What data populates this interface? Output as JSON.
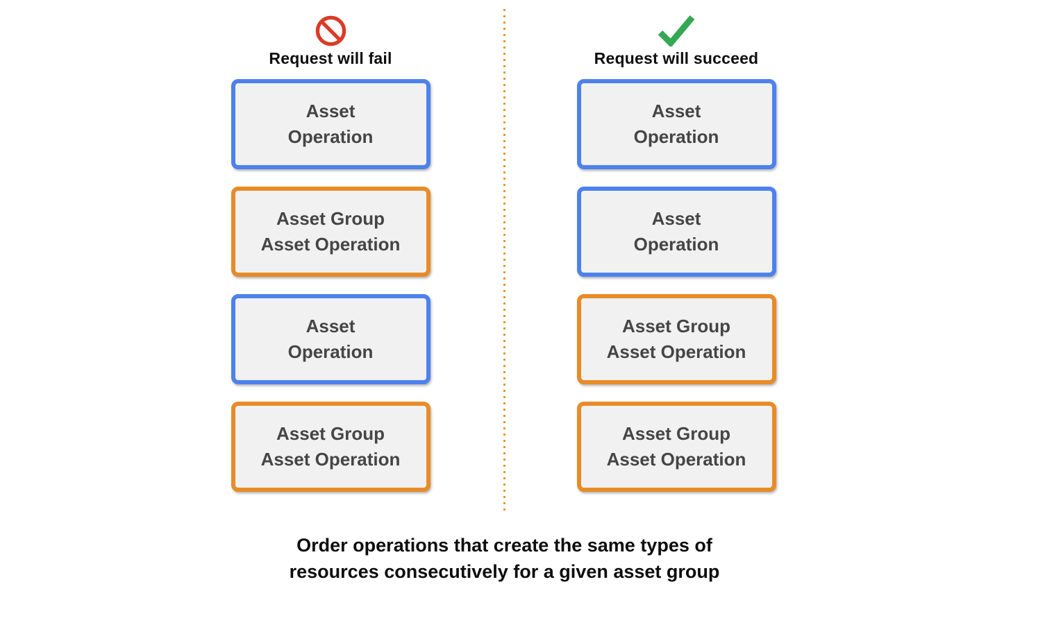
{
  "diagram": {
    "left_column": {
      "icon": "prohibition-icon",
      "header": "Request will fail",
      "boxes": [
        {
          "label": "Asset\nOperation",
          "type": "asset_operation",
          "border_color": "#4D82EC"
        },
        {
          "label": "Asset Group\nAsset Operation",
          "type": "asset_group_asset_operation",
          "border_color": "#E78C28"
        },
        {
          "label": "Asset\nOperation",
          "type": "asset_operation",
          "border_color": "#4D82EC"
        },
        {
          "label": "Asset Group\nAsset Operation",
          "type": "asset_group_asset_operation",
          "border_color": "#E78C28"
        }
      ]
    },
    "right_column": {
      "icon": "checkmark-icon",
      "header": "Request will succeed",
      "boxes": [
        {
          "label": "Asset\nOperation",
          "type": "asset_operation",
          "border_color": "#4D82EC"
        },
        {
          "label": "Asset\nOperation",
          "type": "asset_operation",
          "border_color": "#4D82EC"
        },
        {
          "label": "Asset Group\nAsset Operation",
          "type": "asset_group_asset_operation",
          "border_color": "#E78C28"
        },
        {
          "label": "Asset Group\nAsset Operation",
          "type": "asset_group_asset_operation",
          "border_color": "#E78C28"
        }
      ]
    },
    "caption": "Order operations that create the same types of\nresources consecutively for a given asset group",
    "colors": {
      "blue_border": "#4D82EC",
      "orange_border": "#E78C28",
      "box_background": "#F1F1F2",
      "box_text": "#454545",
      "fail_icon_red": "#DB3B27",
      "success_icon_green": "#34A853",
      "divider_orange": "#E8962F",
      "heading_text": "#0D0D0D"
    }
  }
}
